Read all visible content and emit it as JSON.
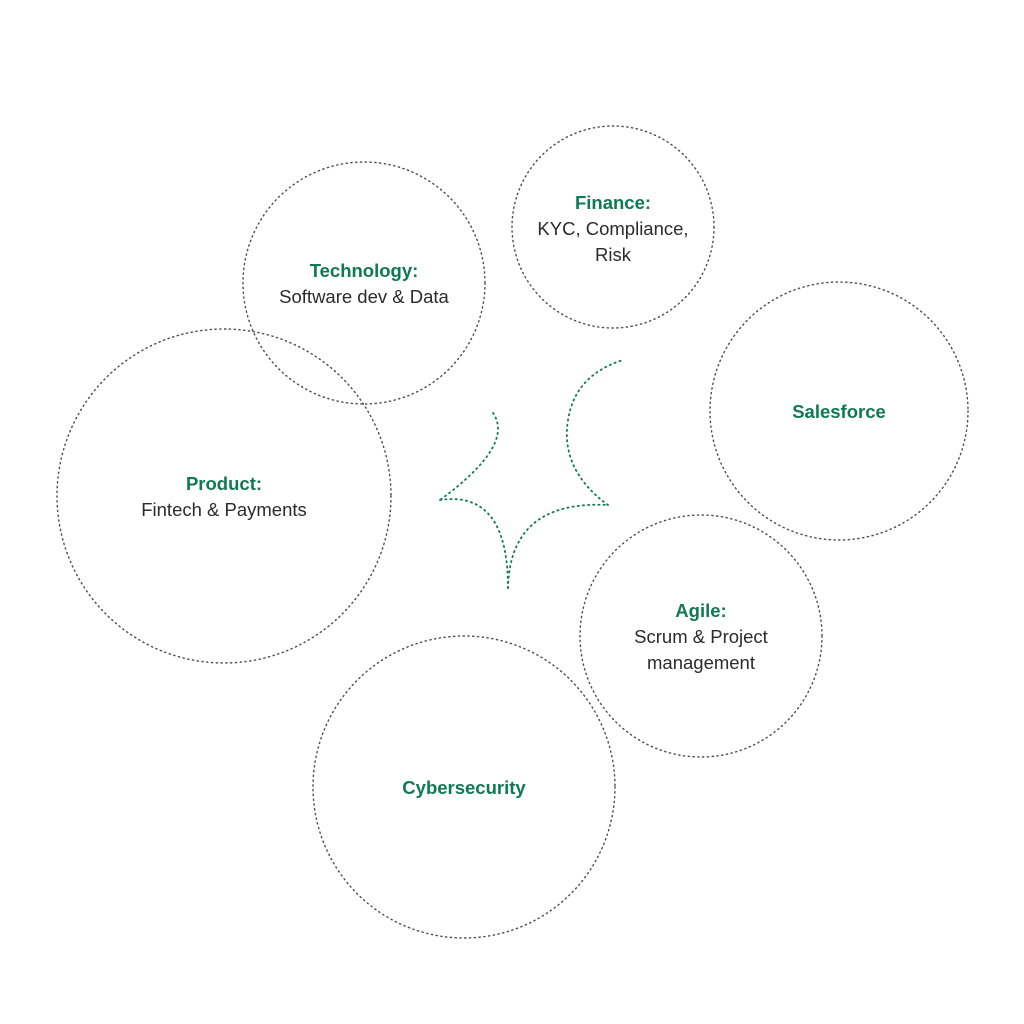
{
  "colors": {
    "accent": "#0f7a52",
    "text": "#2b2b2b",
    "outline": "#4a4a4a"
  },
  "center_icon": "sparkle-icon",
  "bubbles": {
    "technology": {
      "title": "Technology:",
      "lines": [
        "Software dev & Data"
      ]
    },
    "finance": {
      "title": "Finance:",
      "lines": [
        "KYC, Compliance,",
        "Risk"
      ]
    },
    "salesforce": {
      "title": "Salesforce",
      "lines": []
    },
    "product": {
      "title": "Product:",
      "lines": [
        "Fintech & Payments"
      ]
    },
    "agile": {
      "title": "Agile:",
      "lines": [
        "Scrum & Project",
        "management"
      ]
    },
    "cybersecurity": {
      "title": "Cybersecurity",
      "lines": []
    }
  }
}
